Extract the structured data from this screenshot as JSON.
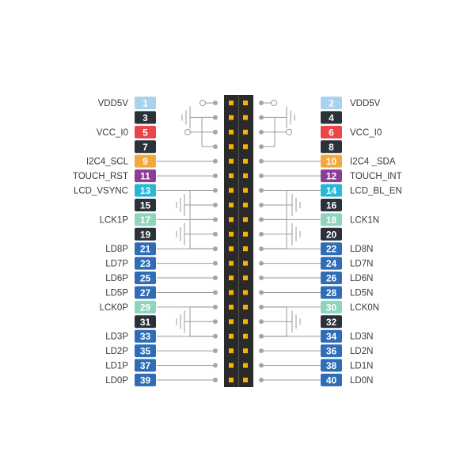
{
  "colors": {
    "power5v": "#a8d3ee",
    "ground": "#2b313a",
    "vcc": "#e8464b",
    "i2c": "#f2a83a",
    "touch": "#8e3d97",
    "lcd": "#27b8d6",
    "clock": "#8fd4bd",
    "data": "#2f6db6",
    "header": "#2a2a2a",
    "pin": "#f5b400",
    "wire": "#9a9a9a"
  },
  "pins_left": [
    {
      "num": "1",
      "label": "VDD5V",
      "type": "power5v"
    },
    {
      "num": "3",
      "label": "",
      "type": "ground"
    },
    {
      "num": "5",
      "label": "VCC_I0",
      "type": "vcc"
    },
    {
      "num": "7",
      "label": "",
      "type": "ground"
    },
    {
      "num": "9",
      "label": "I2C4_SCL",
      "type": "i2c"
    },
    {
      "num": "11",
      "label": "TOUCH_RST",
      "type": "touch"
    },
    {
      "num": "13",
      "label": "LCD_VSYNC",
      "type": "lcd"
    },
    {
      "num": "15",
      "label": "",
      "type": "ground"
    },
    {
      "num": "17",
      "label": "LCK1P",
      "type": "clock"
    },
    {
      "num": "19",
      "label": "",
      "type": "ground"
    },
    {
      "num": "21",
      "label": "LD8P",
      "type": "data"
    },
    {
      "num": "23",
      "label": "LD7P",
      "type": "data"
    },
    {
      "num": "25",
      "label": "LD6P",
      "type": "data"
    },
    {
      "num": "27",
      "label": "LD5P",
      "type": "data"
    },
    {
      "num": "29",
      "label": "LCK0P",
      "type": "clock"
    },
    {
      "num": "31",
      "label": "",
      "type": "ground"
    },
    {
      "num": "33",
      "label": "LD3P",
      "type": "data"
    },
    {
      "num": "35",
      "label": "LD2P",
      "type": "data"
    },
    {
      "num": "37",
      "label": "LD1P",
      "type": "data"
    },
    {
      "num": "39",
      "label": "LD0P",
      "type": "data"
    }
  ],
  "pins_right": [
    {
      "num": "2",
      "label": "VDD5V",
      "type": "power5v"
    },
    {
      "num": "4",
      "label": "",
      "type": "ground"
    },
    {
      "num": "6",
      "label": "VCC_I0",
      "type": "vcc"
    },
    {
      "num": "8",
      "label": "",
      "type": "ground"
    },
    {
      "num": "10",
      "label": "I2C4 _SDA",
      "type": "i2c"
    },
    {
      "num": "12",
      "label": "TOUCH_INT",
      "type": "touch"
    },
    {
      "num": "14",
      "label": "LCD_BL_EN",
      "type": "lcd"
    },
    {
      "num": "16",
      "label": "",
      "type": "ground"
    },
    {
      "num": "18",
      "label": "LCK1N",
      "type": "clock"
    },
    {
      "num": "20",
      "label": "",
      "type": "ground"
    },
    {
      "num": "22",
      "label": "LD8N",
      "type": "data"
    },
    {
      "num": "24",
      "label": "LD7N",
      "type": "data"
    },
    {
      "num": "26",
      "label": "LD6N",
      "type": "data"
    },
    {
      "num": "28",
      "label": "LD5N",
      "type": "data"
    },
    {
      "num": "30",
      "label": "LCK0N",
      "type": "clock"
    },
    {
      "num": "32",
      "label": "",
      "type": "ground"
    },
    {
      "num": "34",
      "label": "LD3N",
      "type": "data"
    },
    {
      "num": "36",
      "label": "LD2N",
      "type": "data"
    },
    {
      "num": "38",
      "label": "LD1N",
      "type": "data"
    },
    {
      "num": "40",
      "label": "LD0N",
      "type": "data"
    }
  ]
}
